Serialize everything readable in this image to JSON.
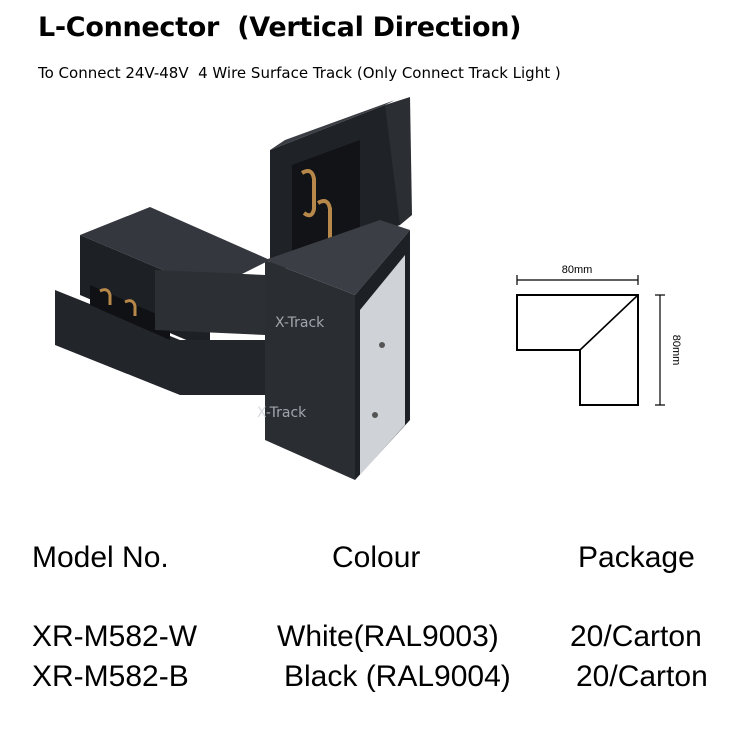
{
  "header": {
    "title": "L-Connector  (Vertical Direction)",
    "subtitle": "To Connect 24V-48V  4 Wire Surface Track (Only Connect Track Light )"
  },
  "product": {
    "icon": "l-connector-photo",
    "watermark_1": "X-Track",
    "watermark_2": "X-Track"
  },
  "dimensions": {
    "width_label": "80mm",
    "height_label": "80mm"
  },
  "table": {
    "headers": [
      "Model No.",
      "Colour",
      "Package"
    ],
    "rows": [
      [
        "XR-M582-W",
        "White(RAL9003)",
        "20/Carton"
      ],
      [
        "XR-M582-B",
        "Black (RAL9004)",
        "20/Carton"
      ]
    ]
  },
  "colors": {
    "product_body": "#24272c",
    "product_highlight": "#3a3e44",
    "plate": "#cfd3d8"
  }
}
